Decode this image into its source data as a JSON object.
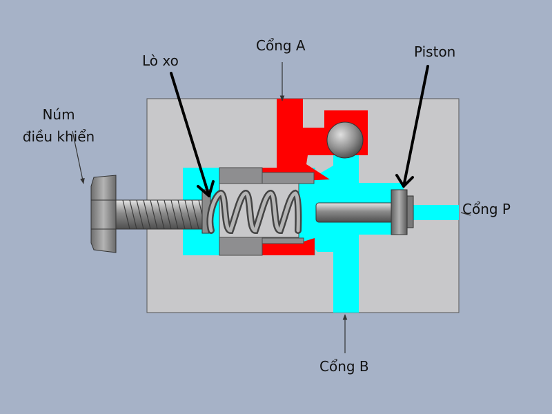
{
  "labels": {
    "knob_line1": "Núm",
    "knob_line2": "điều khiển",
    "spring": "Lò xo",
    "port_a": "Cổng A",
    "piston": "Piston",
    "port_p": "Cổng P",
    "port_b": "Cổng B"
  },
  "colors": {
    "background": "#a6b2c7",
    "body": "#c8c8ca",
    "fluid_supply": "#00ffff",
    "fluid_port_a": "#ff0000",
    "metal": "#8e8e90",
    "outline": "#4a4a4a"
  }
}
